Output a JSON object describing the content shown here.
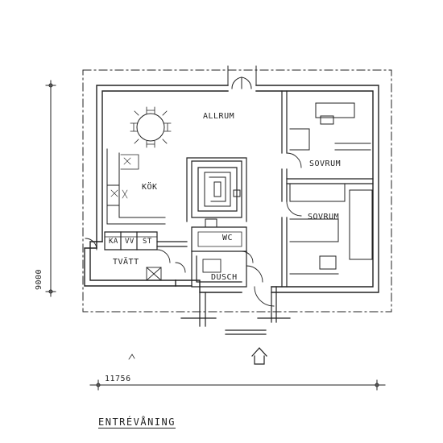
{
  "rooms": {
    "allrum": "ALLRUM",
    "kok": "KÖK",
    "sovrum_1": "SOVRUM",
    "sovrum_2": "SOVRUM",
    "wc": "WC",
    "dusch": "DUSCH",
    "tvatt": "TVÄTT",
    "ka": "KA",
    "vv": "VV",
    "st": "ST"
  },
  "dimensions": {
    "width": "11756",
    "depth": "9000"
  },
  "title": "ENTRÉVÅNING",
  "colors": {
    "ink": "#222222",
    "paper": "#ffffff"
  }
}
